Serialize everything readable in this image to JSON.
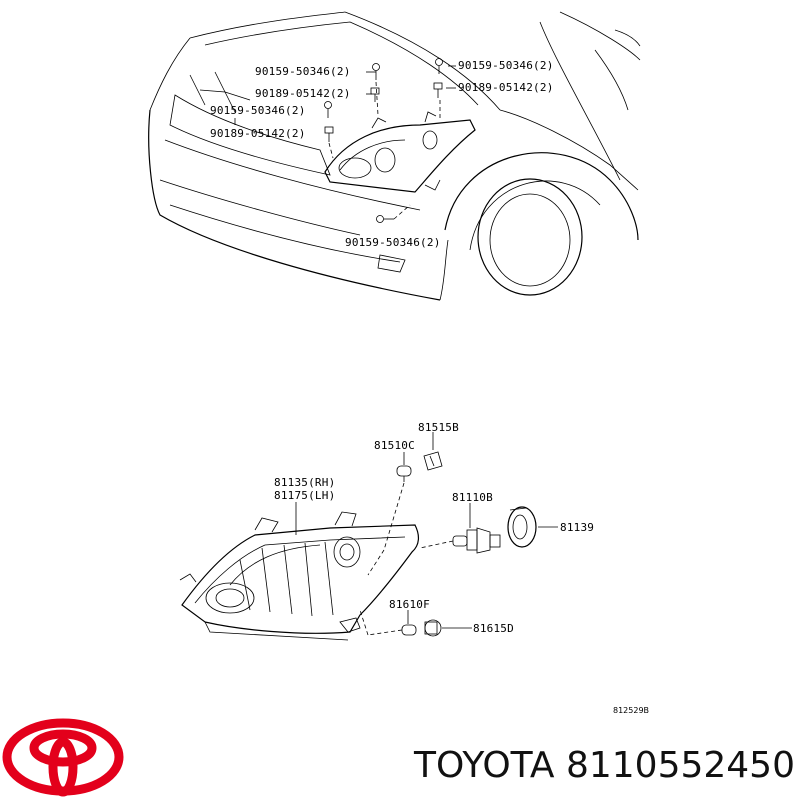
{
  "upper": {
    "labels": [
      "90159-50346(2)",
      "90189-05142(2)",
      "90159-50346(2)",
      "90189-05142(2)",
      "90159-50346(2)",
      "90189-05142(2)",
      "90159-50346(2)"
    ]
  },
  "lower": {
    "labels": [
      "81515B",
      "81510C",
      "81135(RH)",
      "81175(LH)",
      "81110B",
      "81139",
      "81610F",
      "81615D"
    ]
  },
  "diagram_code": "812529B",
  "brand": {
    "text": "TOYOTA 8110552450",
    "logo_color": "#e3001b"
  }
}
